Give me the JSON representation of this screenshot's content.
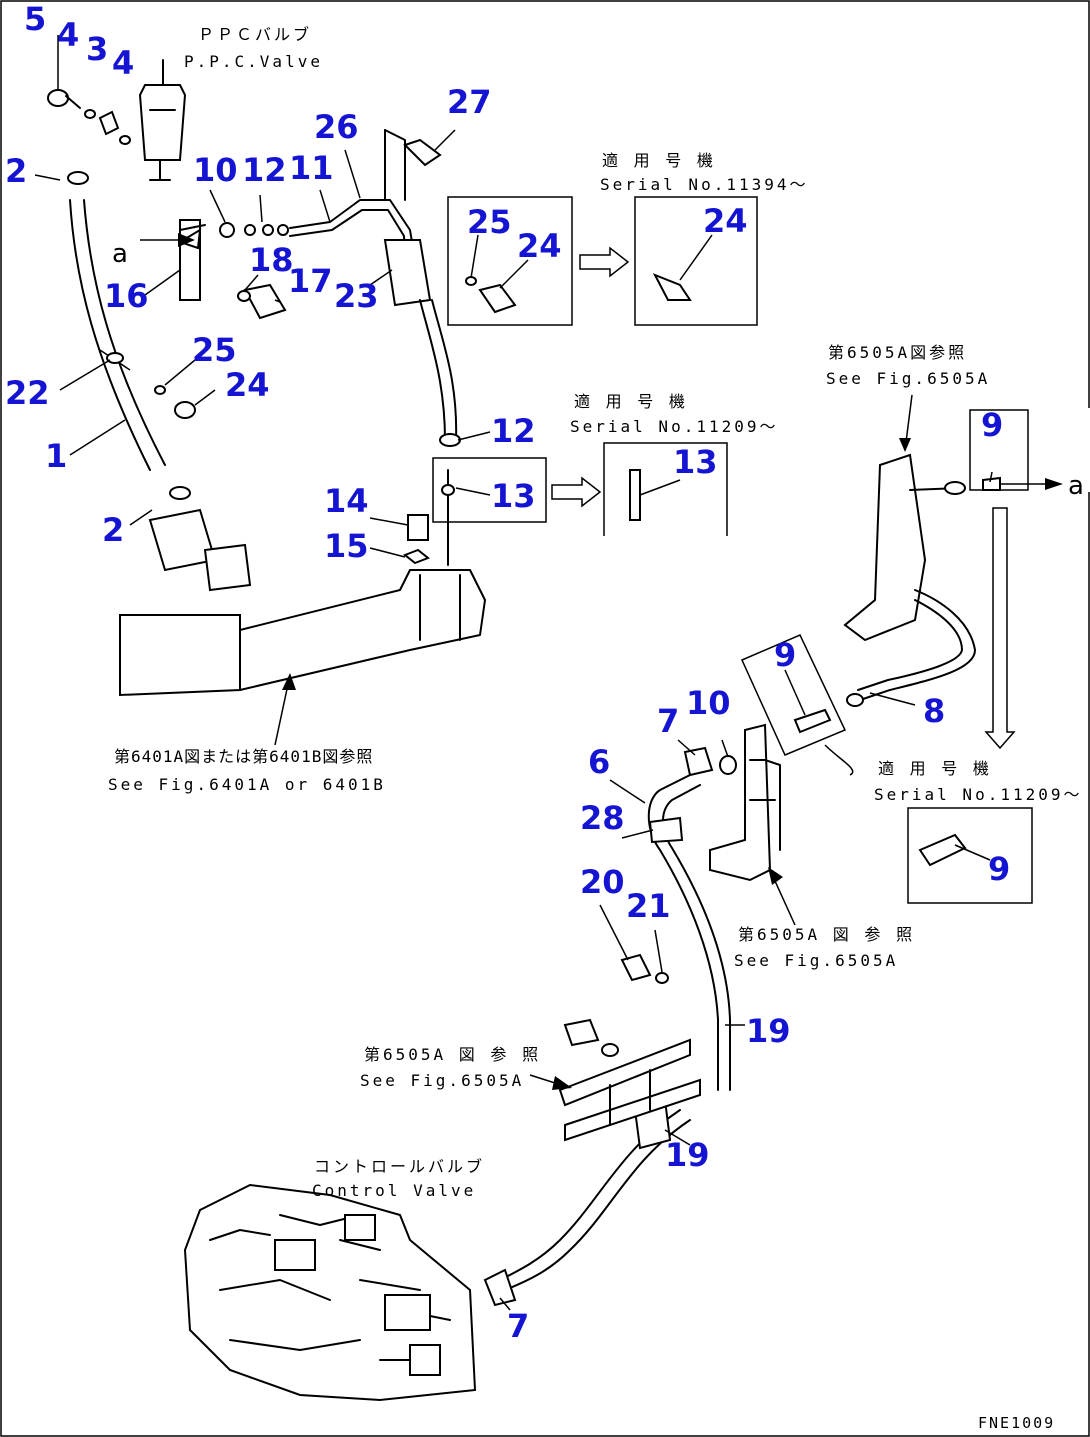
{
  "frame": {
    "code": "FNE1009"
  },
  "notes": {
    "ppc_jp": "ＰＰＣバルブ",
    "ppc_en": "P.P.C.Valve",
    "serial_a_jp": "適 用 号 機",
    "serial_a_en": "Serial No.11394～",
    "serial_b_jp": "適 用 号 機",
    "serial_b_en": "Serial No.11209～",
    "serial_c_jp": "適 用 号 機",
    "serial_c_en": "Serial No.11209～",
    "fig6505_top_jp": "第6505A図参照",
    "fig6505_top_en": "See Fig.6505A",
    "fig6401_jp": "第6401A図または第6401B図参照",
    "fig6401_en": "See Fig.6401A or 6401B",
    "fig6505_mid_jp": "第6505A 図 参 照",
    "fig6505_mid_en": "See Fig.6505A",
    "fig6505_bot_jp": "第6505A 図 参 照",
    "fig6505_bot_en": "See Fig.6505A",
    "cv_jp": "コントロールバルブ",
    "cv_en": "Control Valve",
    "ref_a1": "a",
    "ref_a2": "a"
  },
  "callouts": {
    "c5": "5",
    "c4a": "4",
    "c3": "3",
    "c4b": "4",
    "c2a": "2",
    "c10a": "10",
    "c12a": "12",
    "c11": "11",
    "c26": "26",
    "c27": "27",
    "c18": "18",
    "c17": "17",
    "c16": "16",
    "c23": "23",
    "c25a": "25",
    "c24a": "24",
    "c24b": "24",
    "c25b": "25",
    "c24c": "24",
    "c22": "22",
    "c1": "1",
    "c12b": "12",
    "c13a": "13",
    "c13b": "13",
    "c14": "14",
    "c15": "15",
    "c2b": "2",
    "c9a": "9",
    "c9b": "9",
    "c9c": "9",
    "c8": "8",
    "c10b": "10",
    "c7a": "7",
    "c6": "6",
    "c28": "28",
    "c20": "20",
    "c21": "21",
    "c19a": "19",
    "c19b": "19",
    "c7b": "7"
  }
}
